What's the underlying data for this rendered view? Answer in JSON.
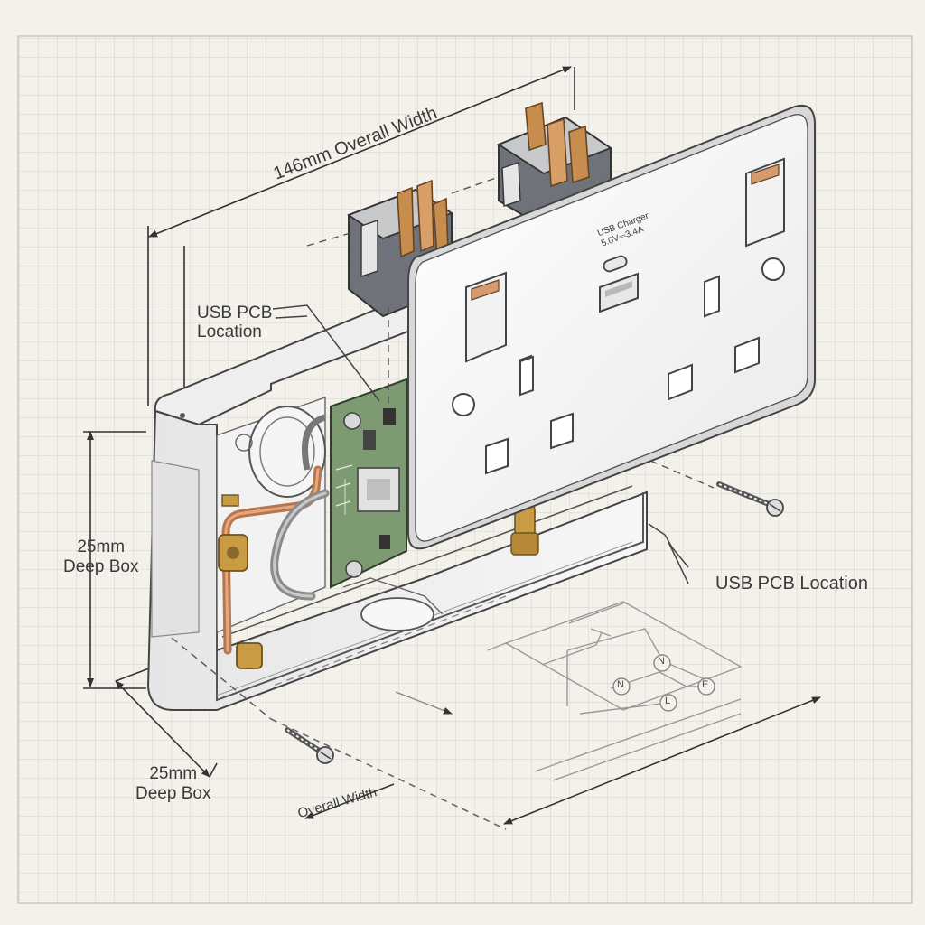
{
  "labels": {
    "overall_width_top": "146mm Overall Width",
    "usb_pcb_left_line1": "USB PCB",
    "usb_pcb_left_line2": "Location",
    "depth_left_line1": "25mm",
    "depth_left_line2": "Deep Box",
    "usb_pcb_right": "USB PCB Location",
    "depth_bottom_line1": "25mm",
    "depth_bottom_line2": "Deep Box",
    "overall_width_bottom": "Overall Width",
    "usb_charger_line1": "USB Charger",
    "usb_charger_line2": "5.0V⎓3.4A"
  },
  "schematic_symbols": [
    "N",
    "N",
    "L",
    "E"
  ],
  "colors": {
    "paper": "#f3f1ea",
    "grid": "#d4d6d6",
    "ink": "#3a3a3a",
    "faceplate": "#f7f7f7",
    "pcb": "#7d9a72",
    "brass": "#c9a04a",
    "copper": "#c98a5e"
  },
  "icons": [
    "screw-icon",
    "terminal-block-icon",
    "usb-c-port-icon",
    "usb-a-port-icon",
    "rocker-switch-icon"
  ]
}
